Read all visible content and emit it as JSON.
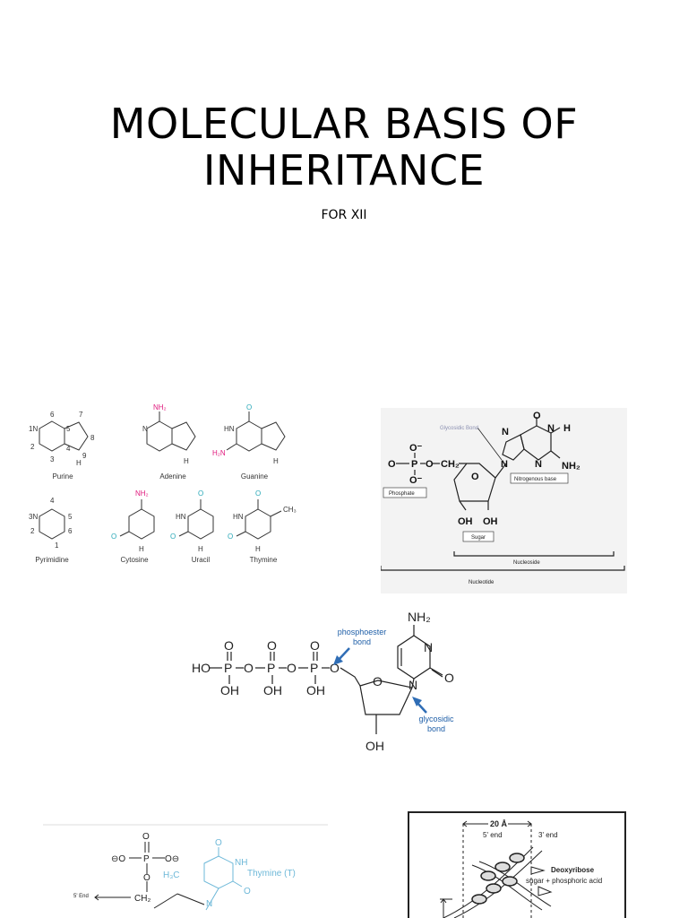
{
  "slide": {
    "title_line1": "MOLECULAR BASIS OF",
    "title_line2": "INHERITANCE",
    "subtitle": "FOR XII"
  },
  "bases_figure": {
    "labels": [
      "Purine",
      "Adenine",
      "Guanine",
      "Pyrimidine",
      "Cytosine",
      "Uracil",
      "Thymine"
    ],
    "atoms": {
      "n": "N",
      "h": "H",
      "o": "O",
      "nh2": "NH₂",
      "h2n": "H₂N",
      "hn": "HN",
      "ch3": "CH₃",
      "n1": "1N",
      "n3": "3N"
    },
    "purine_numbers": {
      "n6": "6",
      "n7": "7",
      "n5": "5",
      "n8": "8",
      "n2": "2",
      "n4": "4",
      "n9": "9",
      "n3": "3"
    },
    "pyrimidine_numbers": {
      "n4": "4",
      "n5": "5",
      "n6": "6",
      "n2": "2",
      "n1": "1"
    },
    "colors": {
      "amino": "#e0197d",
      "carbonyl": "#2aa9b8",
      "text": "#333333"
    }
  },
  "nucleotide_figure": {
    "glycosidic_label": "Glycosidic Bond",
    "phosphate_label": "Phosphate",
    "nitrogenous_label": "Nitrogenous base",
    "sugar_label": "Sugar",
    "nucleoside_label": "Nucleoside",
    "nucleotide_label": "Nucleotide",
    "atoms": {
      "o_minus": "O⁻",
      "o": "O",
      "p": "P",
      "ch2": "CH₂",
      "oh": "OH",
      "n": "N",
      "h": "H",
      "nh2": "NH₂"
    },
    "colors": {
      "background": "#f3f3f3",
      "glyco": "#8a8fb0"
    }
  },
  "triphosphate_figure": {
    "phosphoester_line1": "phosphoester",
    "phosphoester_line2": "bond",
    "glycosidic_line1": "glycosidic",
    "glycosidic_line2": "bond",
    "atoms": {
      "ho": "HO",
      "p": "P",
      "o": "O",
      "oh": "OH",
      "n": "N",
      "nh2": "NH₂"
    },
    "colors": {
      "annotation": "#1f5fa8",
      "arrow": "#2f6db5"
    }
  },
  "thymine_figure": {
    "five_end": "5' End",
    "thymine_label": "Thymine (T)",
    "atoms": {
      "o": "O",
      "p": "P",
      "o_circ": "⊖O",
      "o_minus_right": "O⊖",
      "ch2": "CH₂",
      "h3c": "H₃C",
      "nh": "NH",
      "n": "N"
    },
    "colors": {
      "thymine": "#6db8d8"
    }
  },
  "helix_figure": {
    "width_label": "20 Å",
    "five_end": "5' end",
    "three_end": "3' end",
    "deoxyribose": "Deoxyribose",
    "sugar_phosphoric": "sugar + phosphoric acid"
  }
}
